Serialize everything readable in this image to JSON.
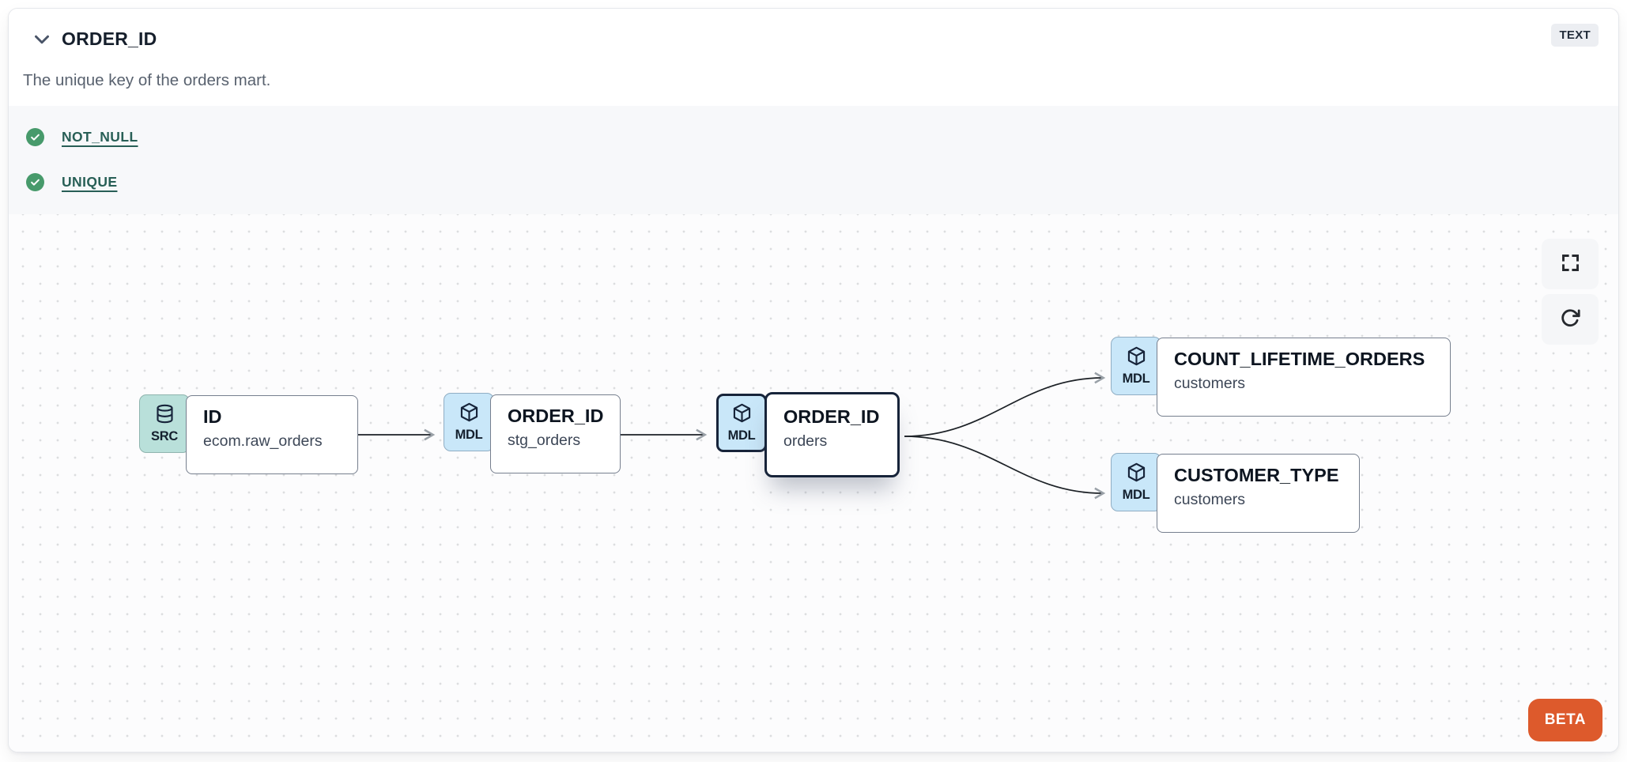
{
  "header": {
    "title": "ORDER_ID",
    "type_badge": "TEXT",
    "description": "The unique key of the orders mart.",
    "collapse_icon": "chevron-down-icon"
  },
  "tests": [
    {
      "label": "NOT_NULL",
      "status": "pass",
      "icon": "check-circle-icon"
    },
    {
      "label": "UNIQUE",
      "status": "pass",
      "icon": "check-circle-icon"
    }
  ],
  "canvas": {
    "beta_label": "BETA",
    "controls": [
      {
        "name": "fullscreen",
        "icon": "fullscreen-icon"
      },
      {
        "name": "refresh",
        "icon": "refresh-icon"
      }
    ],
    "nodes": [
      {
        "type": "SRC",
        "icon": "database-icon",
        "title": "ID",
        "subtitle": "ecom.raw_orders",
        "highlighted": false
      },
      {
        "type": "MDL",
        "icon": "cube-icon",
        "title": "ORDER_ID",
        "subtitle": "stg_orders",
        "highlighted": false
      },
      {
        "type": "MDL",
        "icon": "cube-icon",
        "title": "ORDER_ID",
        "subtitle": "orders",
        "highlighted": true
      },
      {
        "type": "MDL",
        "icon": "cube-icon",
        "title": "COUNT_LIFETIME_ORDERS",
        "subtitle": "customers",
        "highlighted": false
      },
      {
        "type": "MDL",
        "icon": "cube-icon",
        "title": "CUSTOMER_TYPE",
        "subtitle": "customers",
        "highlighted": false
      }
    ],
    "edges": [
      {
        "from": 0,
        "to": 1
      },
      {
        "from": 1,
        "to": 2
      },
      {
        "from": 2,
        "to": 3
      },
      {
        "from": 2,
        "to": 4
      }
    ]
  },
  "colors": {
    "accent_orange": "#DD5A2C",
    "test_pass_green": "#479A6B",
    "test_link_teal": "#285F56",
    "src_badge_teal": "#B9E0DA",
    "mdl_badge_blue": "#C9E7F9",
    "highlight_border": "#17243A"
  }
}
